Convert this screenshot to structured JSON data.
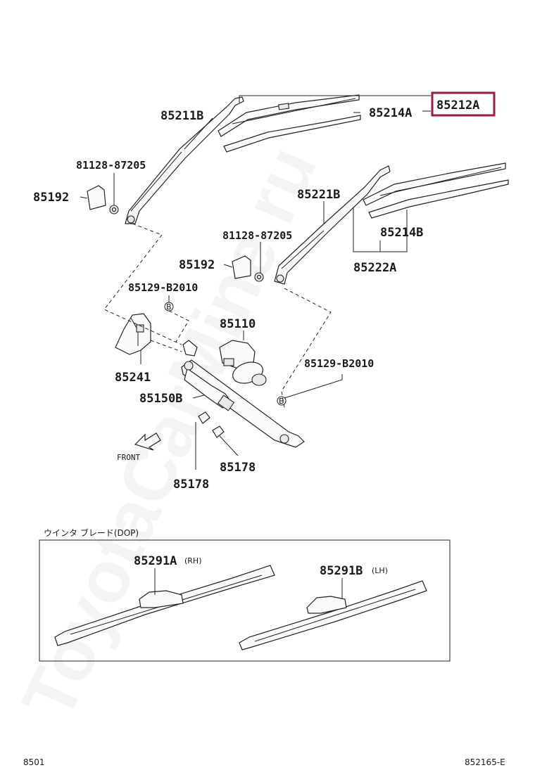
{
  "watermark": "ToyotaCarMine.ru",
  "labels": {
    "l_85211B": "85211B",
    "l_81128_a": "81128-87205",
    "l_85192_a": "85192",
    "l_85214A": "85214A",
    "l_85212A": "85212A",
    "l_85221B": "85221B",
    "l_85214B": "85214B",
    "l_85222A": "85222A",
    "l_81128_b": "81128-87205",
    "l_85192_b": "85192",
    "l_85129_a": "85129-B2010",
    "l_85110": "85110",
    "l_85129_b": "85129-B2010",
    "l_85241": "85241",
    "l_85150B": "85150B",
    "l_85178_a": "85178",
    "l_85178_b": "85178",
    "front": "FRONT",
    "ref_b1": "B",
    "ref_b2": "B"
  },
  "blade_box": {
    "title": "ウインタ ブレード(DOP)",
    "rh_label": "85291A",
    "rh_suffix": "(RH)",
    "lh_label": "85291B",
    "lh_suffix": "(LH)"
  },
  "footer": {
    "left": "8501",
    "right": "852165-E"
  },
  "highlight": {
    "part": "85212A",
    "color": "#a0193f"
  }
}
